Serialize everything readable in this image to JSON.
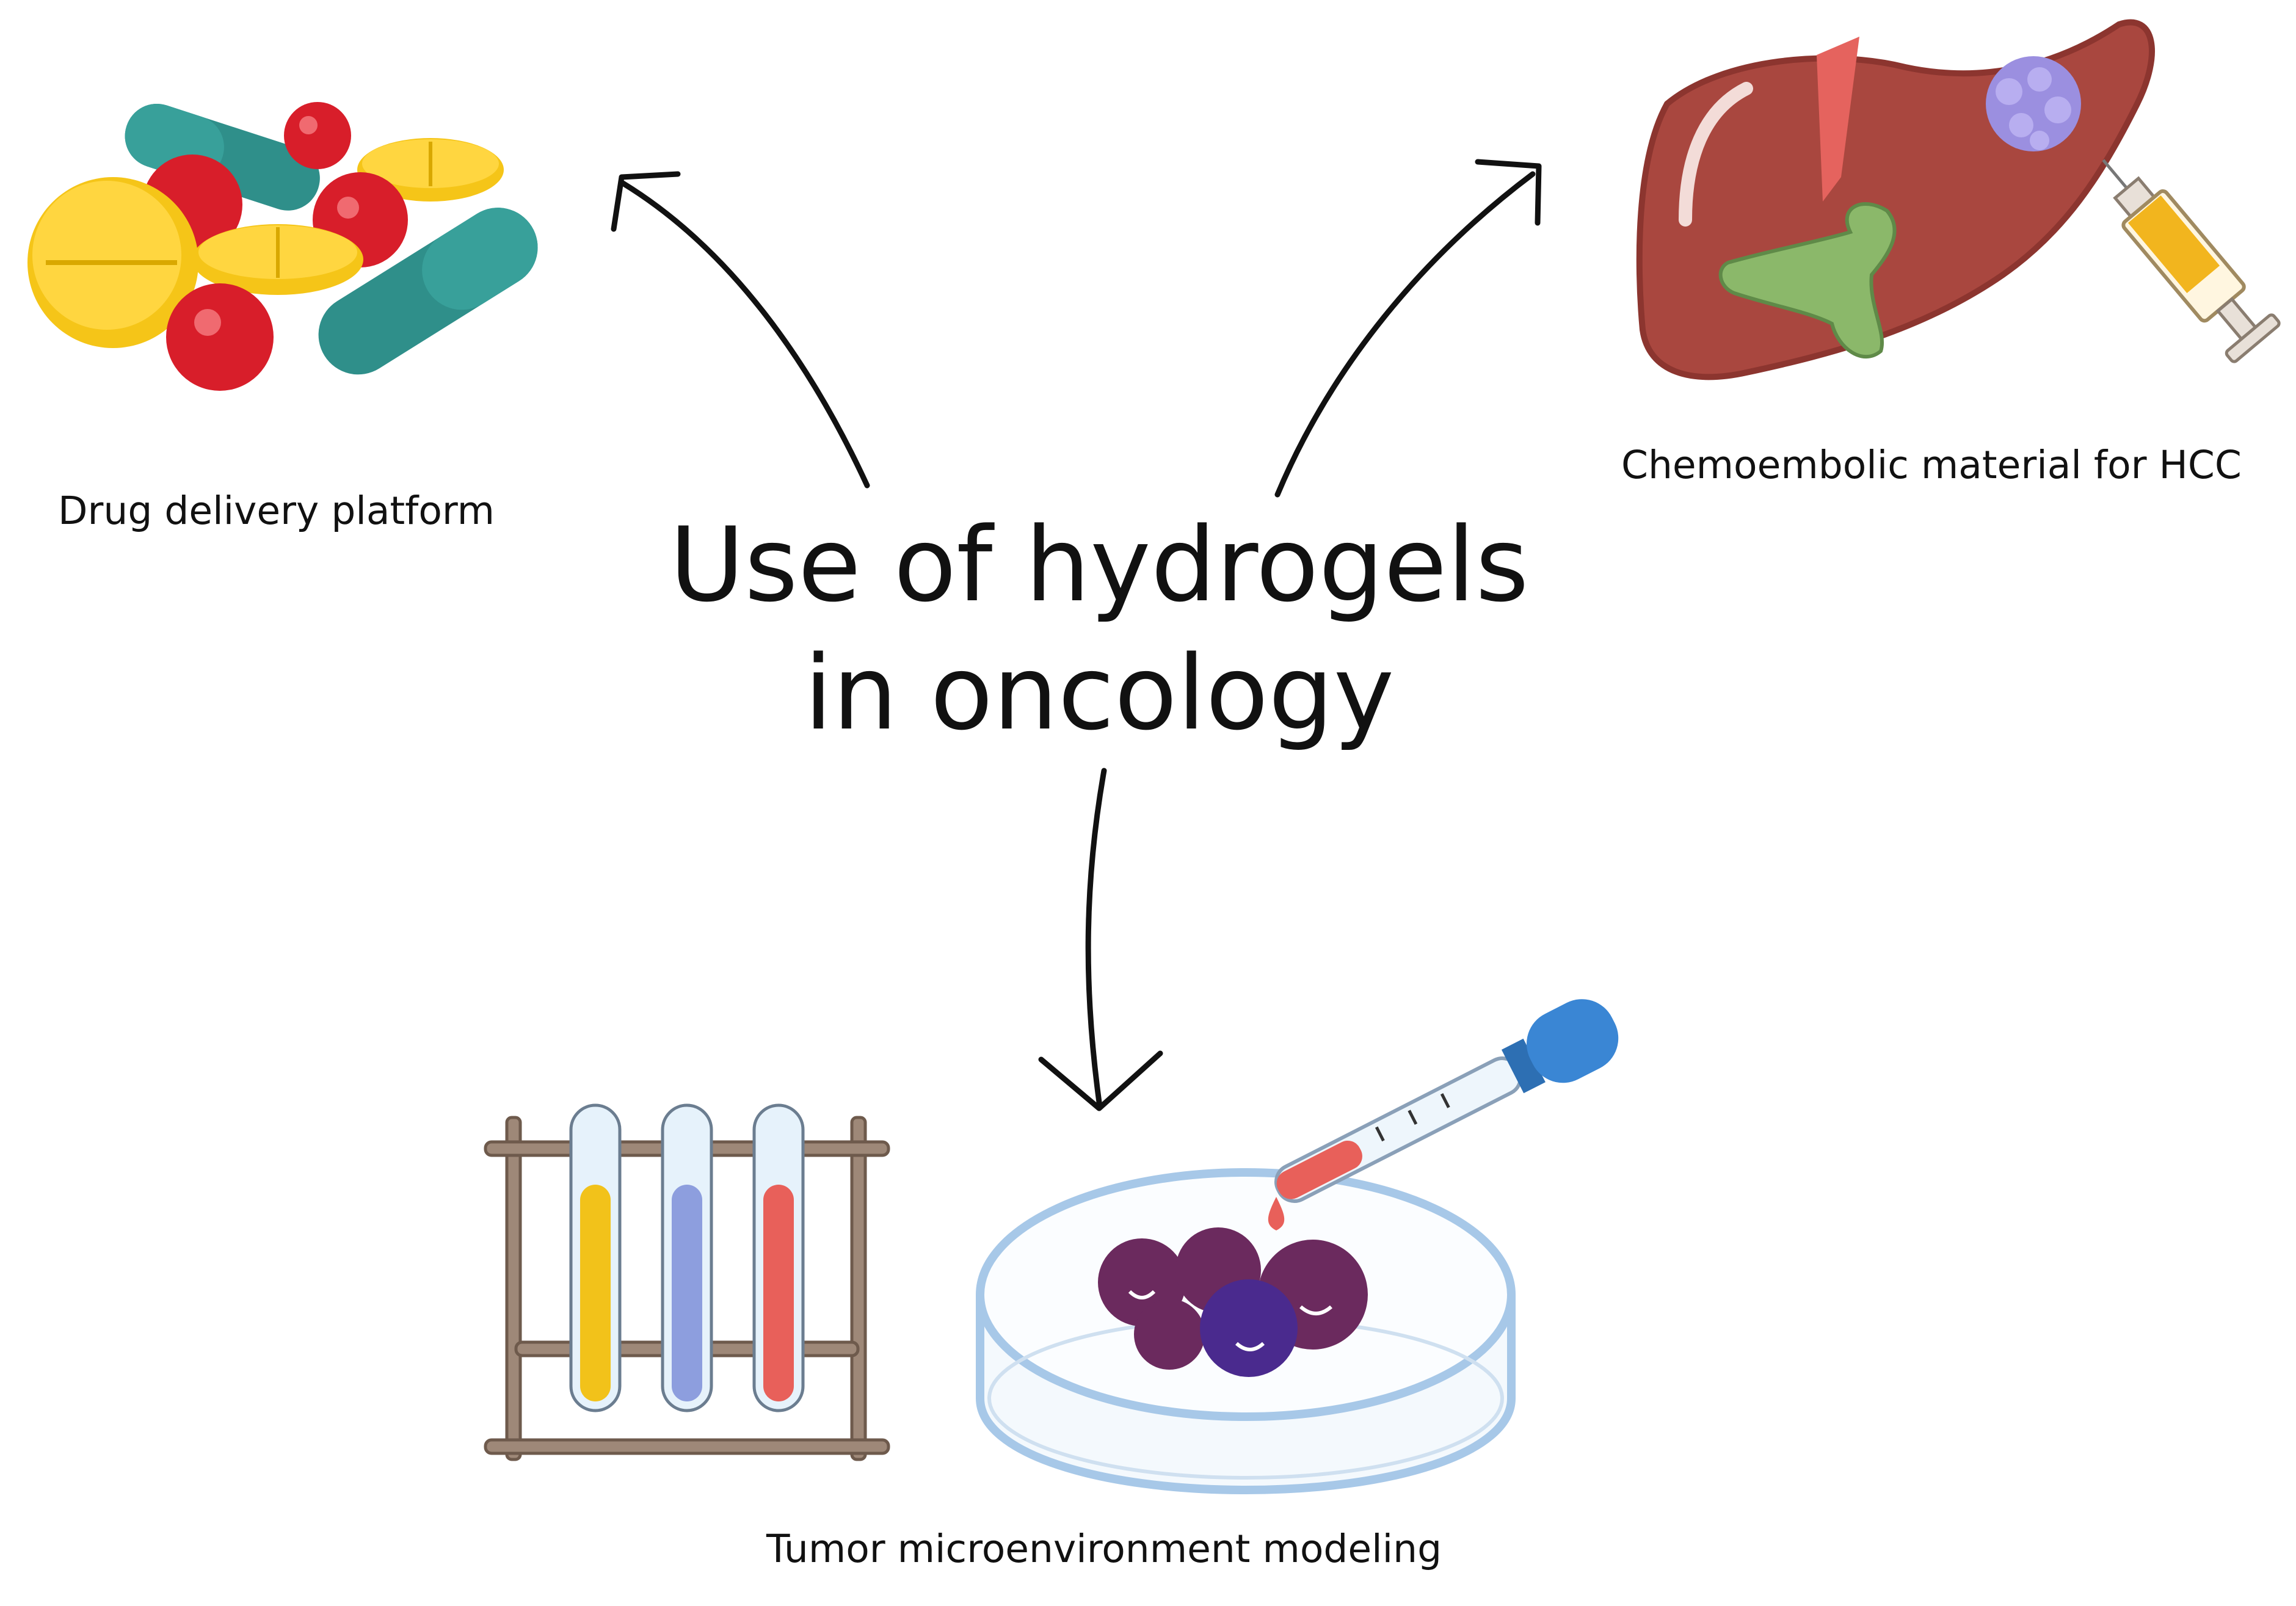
{
  "central": {
    "line1": "Use of hydrogels",
    "line2": "in oncology"
  },
  "branches": [
    {
      "id": "drug",
      "label": "Drug delivery platform",
      "icon": "pills-icon"
    },
    {
      "id": "chemo",
      "label": "Chemoembolic material for HCC",
      "icon": "liver-syringe-icon"
    },
    {
      "id": "tumor",
      "label": "Tumor microenvironment modeling",
      "icon": "test-tubes-petri-dish-icon"
    }
  ],
  "colors": {
    "pill_yellow": "#f5c518",
    "pill_red": "#d81e2a",
    "pill_teal": "#2f8f8a",
    "liver": "#a9473f",
    "gallbladder": "#8bb86a",
    "tumor_cell": "#9b8fe0",
    "syringe_fluid": "#f2b51e",
    "dish_outline": "#a7c8e8",
    "spheroid": "#6b2a5e",
    "dropper_blue": "#3a86d4",
    "tube_yellow": "#f2c21a",
    "tube_blue": "#8d9ede",
    "tube_red": "#e8605a"
  }
}
